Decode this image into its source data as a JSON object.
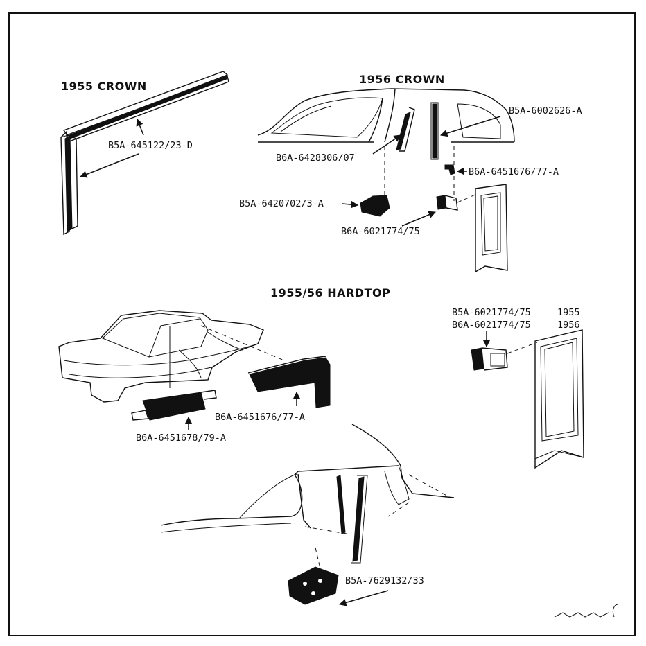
{
  "sections": {
    "crown_1955": "1955 CROWN",
    "crown_1956": "1956 CROWN",
    "hardtop": "1955/56 HARDTOP"
  },
  "parts": {
    "p1955_molding": "B5A-645122/23-D",
    "p1956_pillar": "B6A-6428306/07",
    "p1956_rear_seal": "B5A-6002626-A",
    "p1956_clip": "B6A-6451676/77-A",
    "p1956_bumper": "B5A-6420702/3-A",
    "p1956_guide": "B6A-6021774/75",
    "ht_guide_1955": "B5A-6021774/75",
    "ht_year_1955": "1955",
    "ht_guide_1956": "B6A-6021774/75",
    "ht_year_1956": "1956",
    "ht_corner": "B6A-6451676/77-A",
    "ht_rail": "B6A-6451678/79-A",
    "ht_pad": "B5A-7629132/33"
  }
}
